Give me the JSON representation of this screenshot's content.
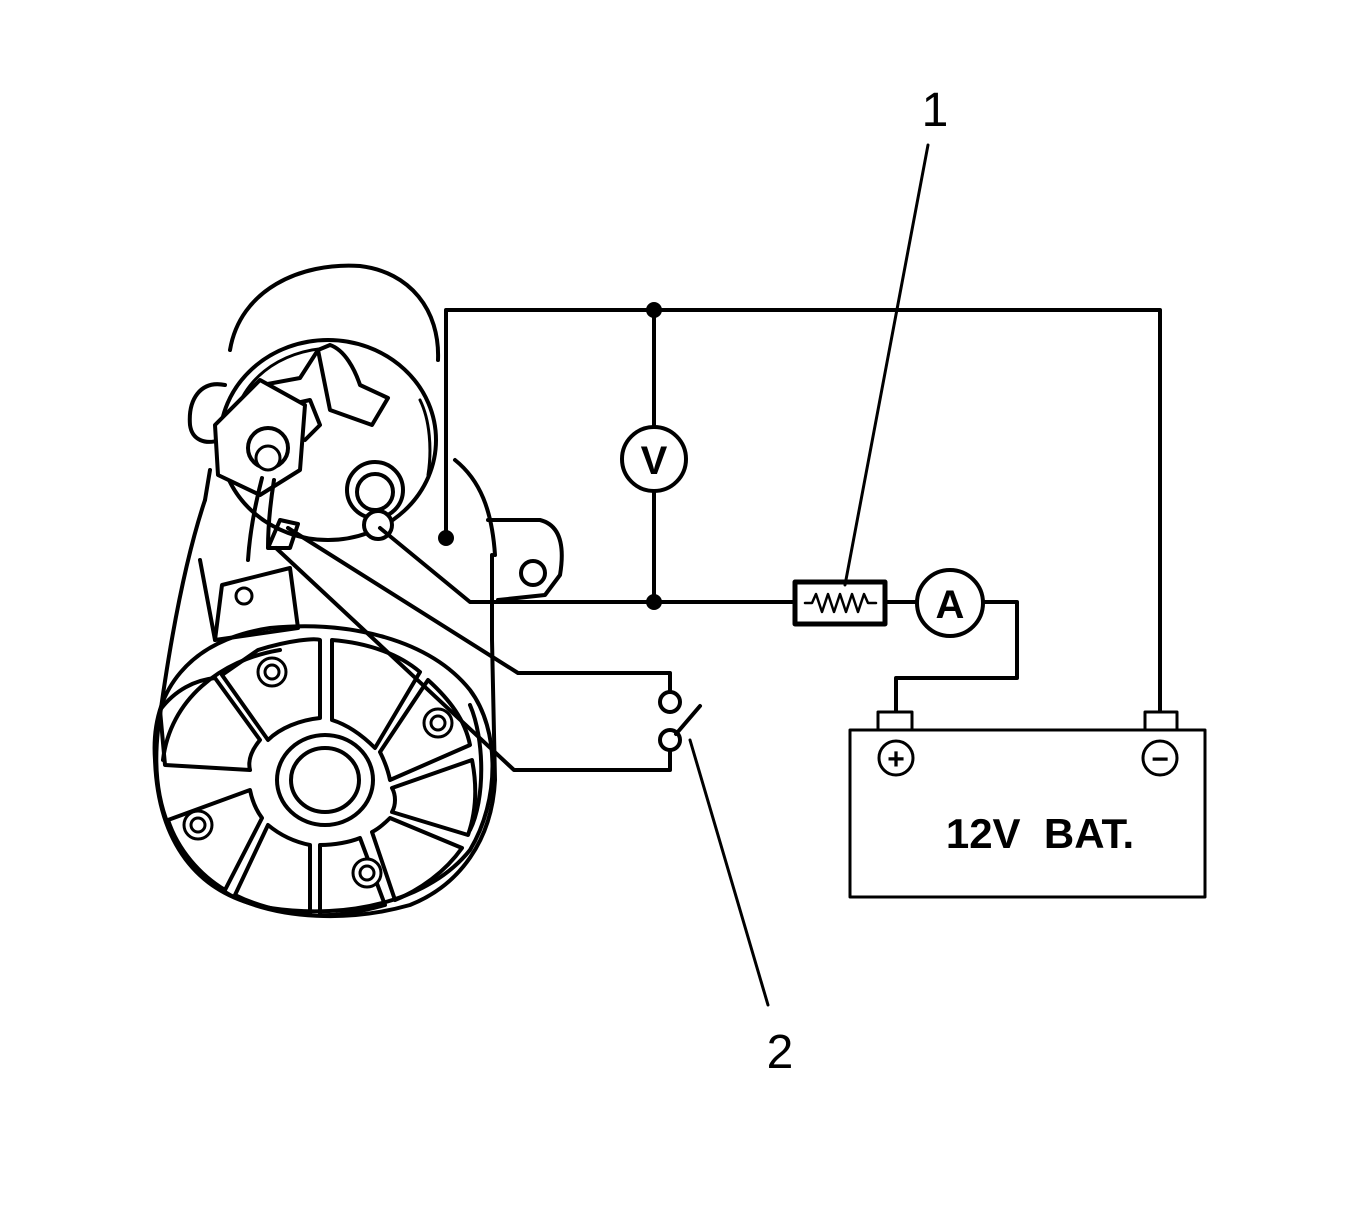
{
  "meters": {
    "voltmeter_label": "V",
    "ammeter_label": "A"
  },
  "battery": {
    "label": "12V  BAT.",
    "positive_symbol": "+",
    "negative_symbol": "−"
  },
  "callouts": {
    "resistor_number": "1",
    "switch_number": "2"
  },
  "colors": {
    "line": "#000000",
    "background": "#ffffff"
  }
}
